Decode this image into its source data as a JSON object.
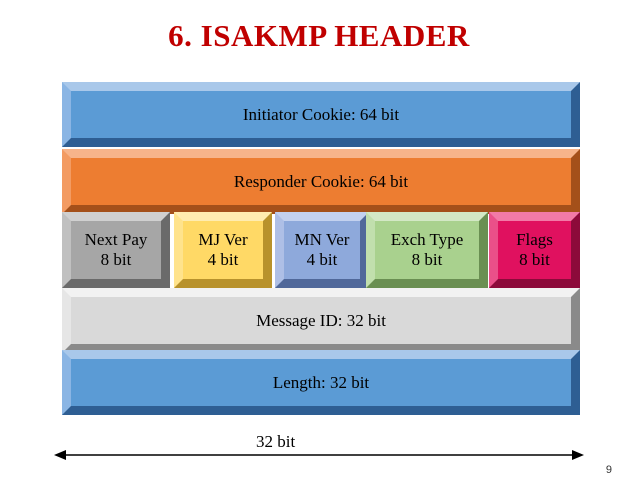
{
  "title": "6. ISAKMP HEADER",
  "rows": {
    "initiator_cookie": "Initiator Cookie: 64 bit",
    "responder_cookie": "Responder Cookie: 64 bit",
    "message_id": "Message ID: 32 bit",
    "length": "Length: 32 bit"
  },
  "fields": [
    {
      "name": "Next Pay",
      "size": "8 bit"
    },
    {
      "name": "MJ Ver",
      "size": "4 bit"
    },
    {
      "name": "MN Ver",
      "size": "4 bit"
    },
    {
      "name": "Exch Type",
      "size": "8 bit"
    },
    {
      "name": "Flags",
      "size": "8 bit"
    }
  ],
  "width_label": "32 bit",
  "page_number": "9",
  "colors": {
    "title": "#c00000",
    "initiator": "#5b9bd5",
    "responder": "#ed7d31",
    "next_pay": "#a6a6a6",
    "mj_ver": "#ffd966",
    "mn_ver": "#8ea9db",
    "exch_type": "#a9d18e",
    "flags": "#e0115f",
    "message_id": "#d9d9d9",
    "length": "#5b9bd5"
  }
}
